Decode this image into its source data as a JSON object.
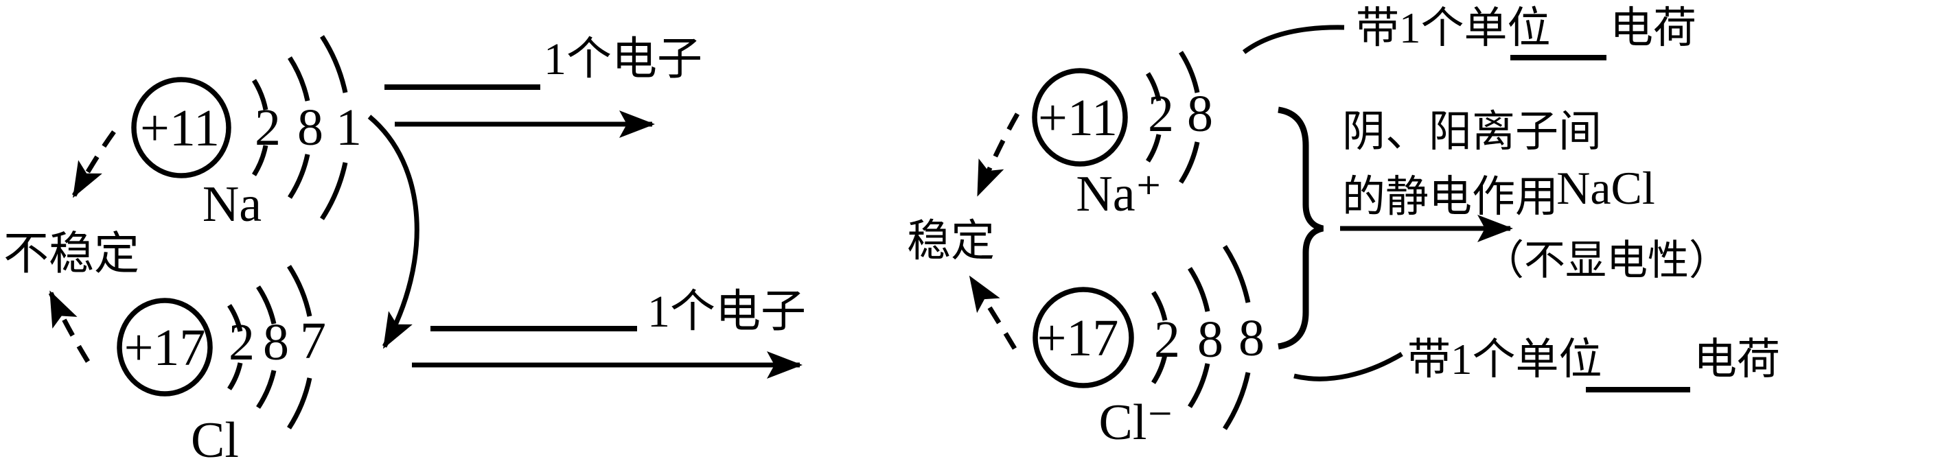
{
  "figure": {
    "left": {
      "na_atom": {
        "nucleus": "+11",
        "shells": [
          "2",
          "8",
          "1"
        ],
        "symbol": "Na"
      },
      "cl_atom": {
        "nucleus": "+17",
        "shells": [
          "2",
          "8",
          "7"
        ],
        "symbol": "Cl"
      },
      "stability_label": "不稳定",
      "electron_top_label": "1个电子",
      "electron_bottom_label": "1个电子"
    },
    "right": {
      "na_ion": {
        "nucleus": "+11",
        "shells": [
          "2",
          "8"
        ],
        "symbol": "Na⁺"
      },
      "cl_ion": {
        "nucleus": "+17",
        "shells": [
          "2",
          "8",
          "8"
        ],
        "symbol": "Cl⁻"
      },
      "stability_label": "稳定",
      "cation_charge_prefix": "带1个单位",
      "cation_charge_suffix": "电荷",
      "anion_charge_prefix": "带1个单位",
      "anion_charge_suffix": "电荷",
      "interaction_line1": "阴、阳离子间",
      "interaction_line2": "的静电作用",
      "product": "NaCl",
      "product_note": "（不显电性）"
    },
    "colors": {
      "ink": "#000000",
      "background": "#ffffff"
    }
  }
}
